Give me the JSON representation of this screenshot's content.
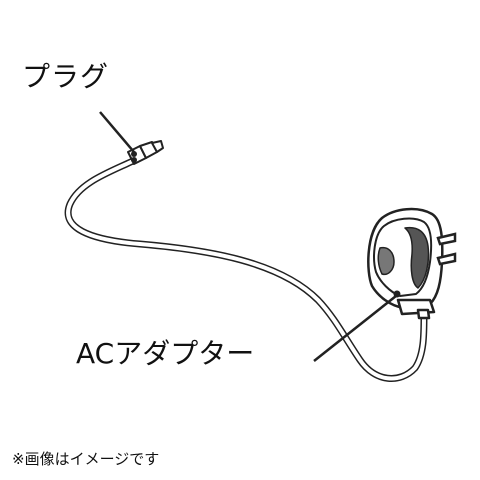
{
  "labels": {
    "plug": "プラグ",
    "adapter": "ACアダプター"
  },
  "caption": "※画像はイメージです",
  "colors": {
    "line": "#222222",
    "background": "#ffffff"
  }
}
